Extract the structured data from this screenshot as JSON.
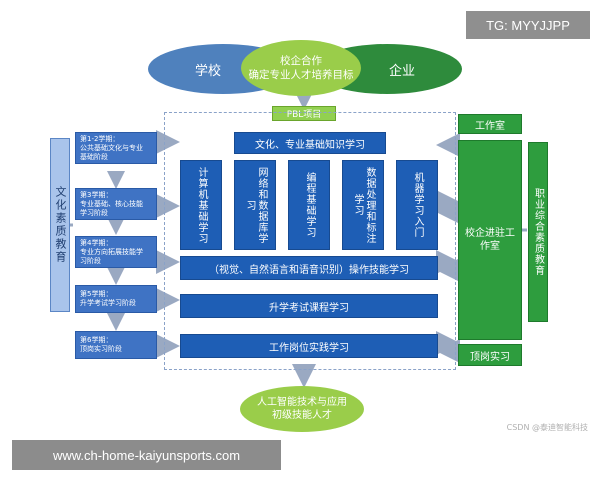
{
  "top": {
    "school": "学校",
    "enterprise": "企业",
    "coop_line1": "校企合作",
    "coop_line2": "确定专业人才培养目标",
    "pbl": "PBL项目"
  },
  "left": {
    "vertical_title": "文化素质教育",
    "semesters": [
      {
        "line1": "第1-2学期：",
        "line2": "公共基础文化与专业",
        "line3": "基础阶段"
      },
      {
        "line1": "第3学期：",
        "line2": "专业基础、核心技能",
        "line3": "学习阶段"
      },
      {
        "line1": "第4学期：",
        "line2": "专业方向拓展技能学",
        "line3": "习阶段"
      },
      {
        "line1": "第5学期：",
        "line2": "升学考试学习阶段",
        "line3": ""
      },
      {
        "line1": "第6学期：",
        "line2": "顶岗实习阶段",
        "line3": ""
      }
    ]
  },
  "main": {
    "top_bar": "文化、专业基础知识学习",
    "columns": [
      "计算机基础学习",
      "网络和数据库学习",
      "编程基础学习",
      "数据处理和标注学习",
      "机器学习入门"
    ],
    "skills_bar": "（视觉、自然语言和语音识别）操作技能学习",
    "exam_bar": "升学考试课程学习",
    "practice_bar": "工作岗位实践学习"
  },
  "right": {
    "studio": "工作室",
    "studio_big_line1": "校企进驻工",
    "studio_big_line2": "作室",
    "vertical": "职业综合素质教育",
    "internship": "顶岗实习"
  },
  "bottom": {
    "line1": "人工智能技术与应用",
    "line2": "初级技能人才"
  },
  "watermarks": {
    "tg": "TG: MYYJJPP",
    "url": "www.ch-home-kaiyunsports.com",
    "csdn": "CSDN @泰迪智能科技"
  },
  "colors": {
    "school_blue": "#4f81bd",
    "enterprise_green": "#2e8b3c",
    "coop_lightgreen": "#9acd4a",
    "block_blue": "#1e5eb5",
    "studio_green": "#2e9d3e"
  }
}
